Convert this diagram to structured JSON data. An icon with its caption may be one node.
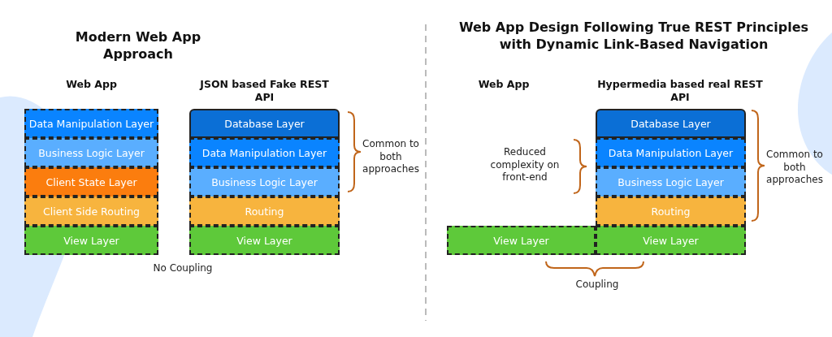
{
  "diagram": {
    "nodes": [
      {
        "text": [
          "Data Manipulation Layer"
        ]
      },
      {
        "text": [
          "Business Logic Layer"
        ]
      },
      {
        "text": [
          "Client State Layer"
        ]
      },
      {
        "text": [
          "Client Side Routing"
        ]
      },
      {
        "text": [
          "View Layer"
        ]
      },
      {
        "text": [
          "Database Layer"
        ]
      },
      {
        "text": [
          "Data Manipulation Layer"
        ]
      },
      {
        "text": [
          "Business Logic Layer"
        ]
      },
      {
        "text": [
          "Routing"
        ]
      },
      {
        "text": [
          "View Layer"
        ]
      },
      {
        "text": [
          "Database Layer"
        ]
      },
      {
        "text": [
          "Data Manipulation Layer"
        ]
      },
      {
        "text": [
          "Business Logic Layer"
        ]
      },
      {
        "text": [
          "Routing"
        ]
      },
      {
        "text": [
          "View Layer"
        ]
      },
      {
        "text": [
          "View Layer"
        ]
      }
    ],
    "labels": [
      "Modern Web App Approach",
      "Web App",
      "JSON based Fake REST API",
      "Common to both approaches",
      "No Coupling",
      "Web App Design Following True REST Principles with Dynamic Link-Based Navigation",
      "Web App",
      "Hypermedia based real REST API",
      "Reduced complexity on front-end",
      "Common to both approaches",
      "Coupling"
    ]
  }
}
